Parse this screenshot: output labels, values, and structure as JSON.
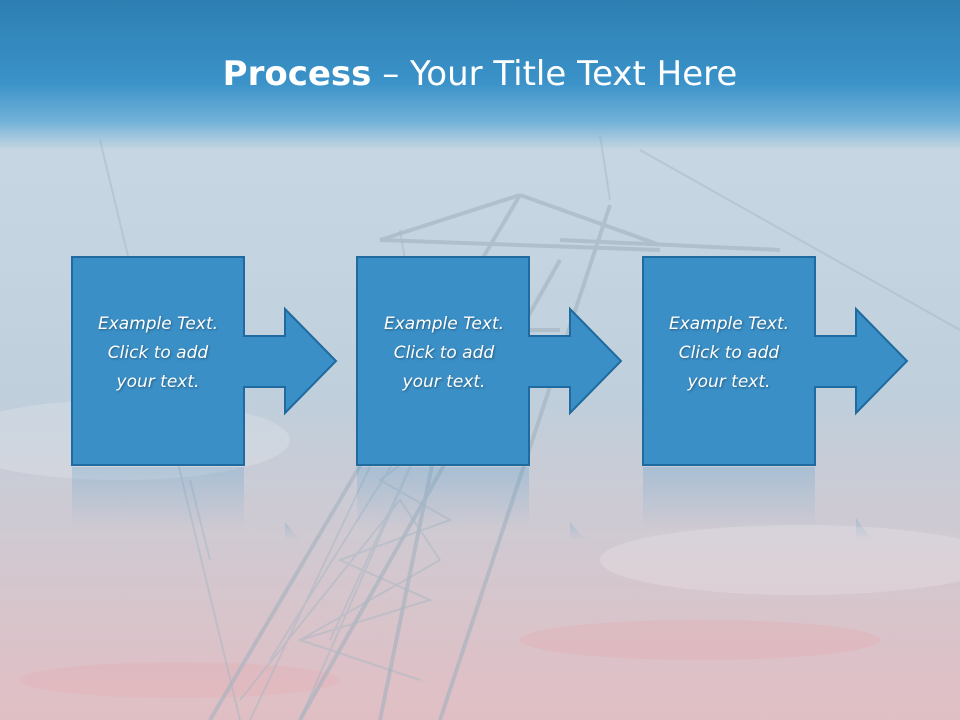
{
  "title": {
    "bold": "Process",
    "separator": " – ",
    "rest": "Your Title Text Here"
  },
  "steps": [
    {
      "line1": "Example Text.",
      "line2": "Click  to add",
      "line3": "your text."
    },
    {
      "line1": "Example Text.",
      "line2": "Click  to add",
      "line3": "your text."
    },
    {
      "line1": "Example Text.",
      "line2": "Click  to add",
      "line3": "your text."
    }
  ],
  "colors": {
    "accent": "#3a8fc6",
    "box_border": "#1f6a9e",
    "title_bar": "#2f86bd"
  }
}
